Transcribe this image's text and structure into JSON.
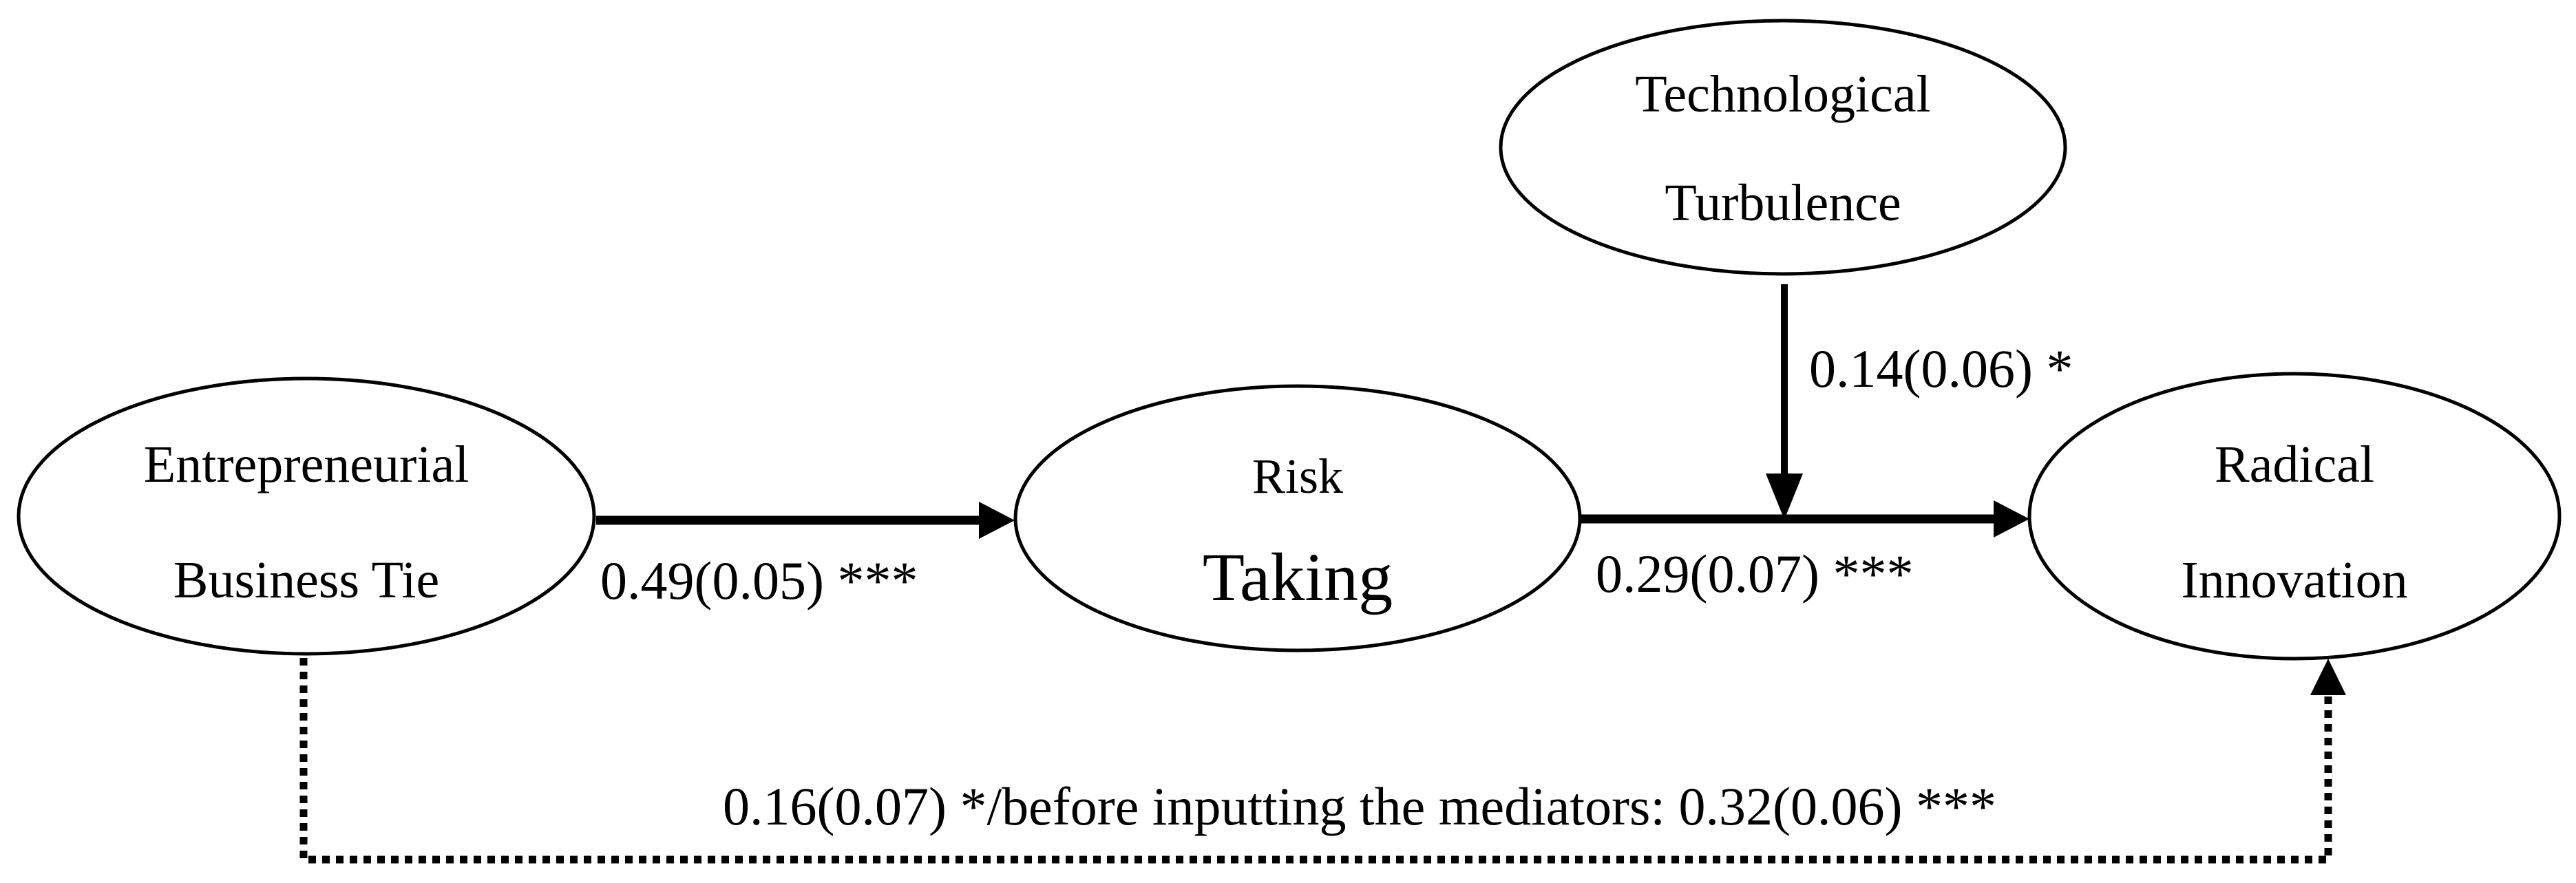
{
  "diagram": {
    "background_color": "#ffffff",
    "ink_color": "#000000",
    "nodes": {
      "entrepreneurial_business_tie": {
        "line1": "Entrepreneurial",
        "line2": "Business Tie"
      },
      "risk_taking": {
        "line1": "Risk",
        "line2": "Taking"
      },
      "technological_turbulence": {
        "line1": "Technological",
        "line2": "Turbulence"
      },
      "radical_innovation": {
        "line1": "Radical",
        "line2": "Innovation"
      }
    },
    "edges": {
      "ebt_to_risk_taking": {
        "label": "0.49(0.05) ***"
      },
      "risk_taking_to_radical_innovation": {
        "label": "0.29(0.07) ***"
      },
      "technological_turbulence_moderation": {
        "label": "0.14(0.06) *"
      },
      "ebt_to_radical_innovation_direct": {
        "label": "0.16(0.07) */before inputting the mediators: 0.32(0.06) ***"
      }
    }
  }
}
